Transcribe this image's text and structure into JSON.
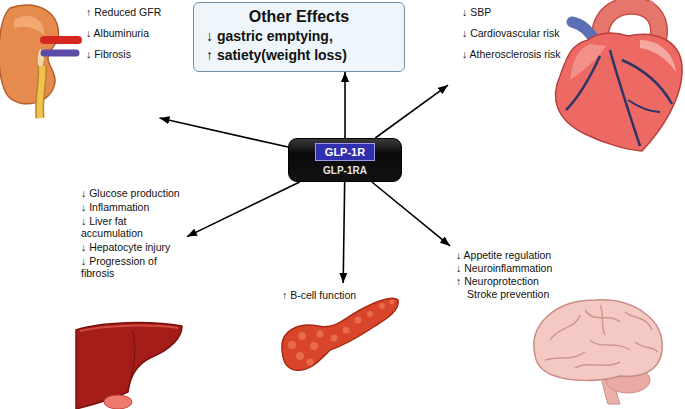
{
  "diagram": {
    "nodes": [
      {
        "text": [
          "↑ Reduced GFR",
          "↓ Albuminuria",
          "↓ Fibrosis"
        ]
      },
      {
        "text": [
          "Other Effects",
          "↓ gastric emptying,",
          "↑ satiety(weight loss)"
        ]
      },
      {
        "text": [
          "↓ SBP",
          "↓ Cardiovascular risk",
          "↓ Atherosclerosis risk"
        ]
      },
      {
        "text": [
          "GLP-1R",
          "GLP-1RA"
        ]
      },
      {
        "text": [
          "↓ Glucose production",
          "↓ Inflammation",
          "↓ Liver fat accumulation",
          "↓ Hepatocyte injury",
          "↓ Progression of fibrosis"
        ]
      },
      {
        "text": [
          "↑ B-cell function"
        ]
      },
      {
        "text": [
          "↓ Appetite regulation",
          "↓ Neuroinflammation",
          "↑ Neuroprotection",
          "Stroke prevention"
        ]
      }
    ],
    "edges": [
      {
        "from": 3,
        "to": 0,
        "arrow": "to"
      },
      {
        "from": 3,
        "to": 1,
        "arrow": "to"
      },
      {
        "from": 3,
        "to": 2,
        "arrow": "to"
      },
      {
        "from": 3,
        "to": 4,
        "arrow": "to"
      },
      {
        "from": 3,
        "to": 5,
        "arrow": "to"
      },
      {
        "from": 3,
        "to": 6,
        "arrow": "to"
      }
    ]
  }
}
